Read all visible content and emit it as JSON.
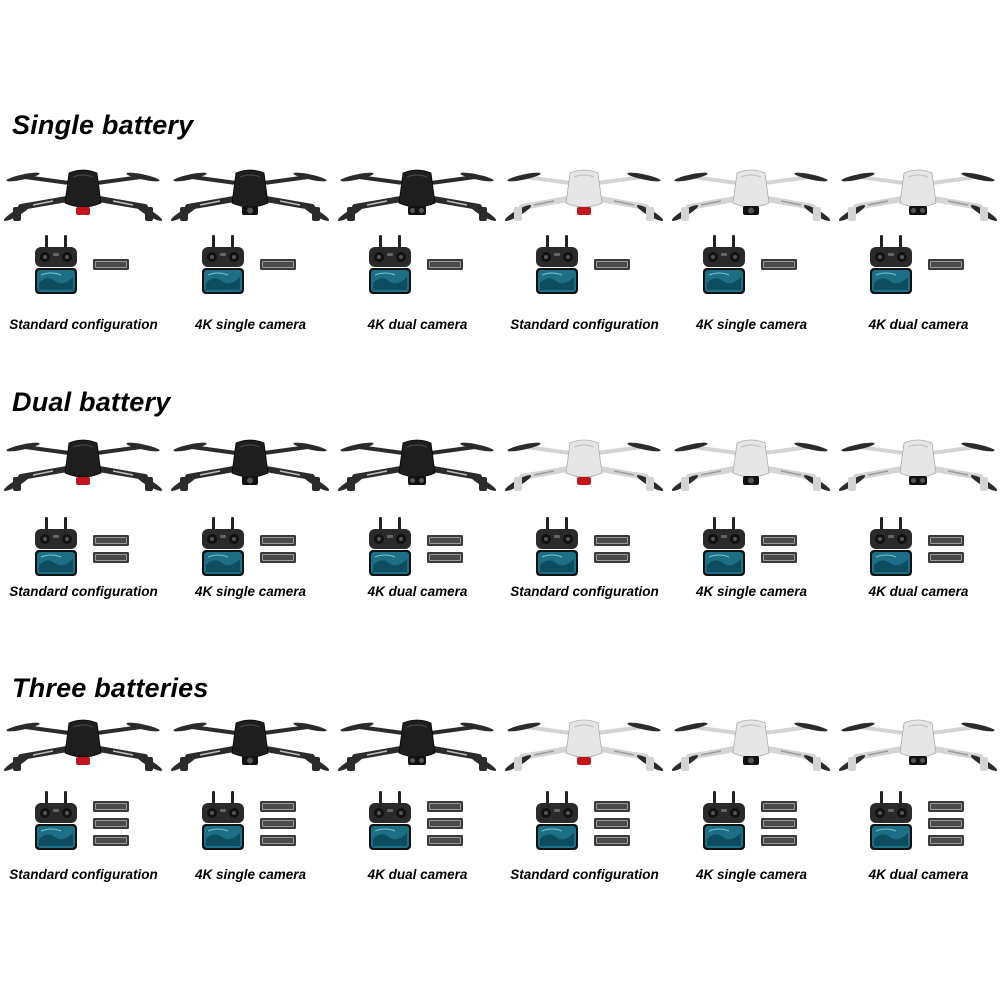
{
  "sections": [
    {
      "title": "Single battery",
      "battery_count": 1,
      "items": [
        {
          "color": "black",
          "camera": "standard",
          "label": "Standard configuration"
        },
        {
          "color": "black",
          "camera": "4k-single",
          "label": "4K single camera"
        },
        {
          "color": "black",
          "camera": "4k-dual",
          "label": "4K dual camera"
        },
        {
          "color": "white",
          "camera": "standard",
          "label": "Standard configuration"
        },
        {
          "color": "white",
          "camera": "4k-single",
          "label": "4K single camera"
        },
        {
          "color": "white",
          "camera": "4k-dual",
          "label": "4K dual camera"
        }
      ]
    },
    {
      "title": "Dual battery",
      "battery_count": 2,
      "items": [
        {
          "color": "black",
          "camera": "standard",
          "label": "Standard configuration"
        },
        {
          "color": "black",
          "camera": "4k-single",
          "label": "4K single camera"
        },
        {
          "color": "black",
          "camera": "4k-dual",
          "label": "4K dual camera"
        },
        {
          "color": "white",
          "camera": "standard",
          "label": "Standard configuration"
        },
        {
          "color": "white",
          "camera": "4k-single",
          "label": "4K single camera"
        },
        {
          "color": "white",
          "camera": "4k-dual",
          "label": "4K dual camera"
        }
      ]
    },
    {
      "title": "Three batteries",
      "battery_count": 3,
      "items": [
        {
          "color": "black",
          "camera": "standard",
          "label": "Standard configuration"
        },
        {
          "color": "black",
          "camera": "4k-single",
          "label": "4K single camera"
        },
        {
          "color": "black",
          "camera": "4k-dual",
          "label": "4K dual camera"
        },
        {
          "color": "white",
          "camera": "standard",
          "label": "Standard configuration"
        },
        {
          "color": "white",
          "camera": "4k-single",
          "label": "4K single camera"
        },
        {
          "color": "white",
          "camera": "4k-dual",
          "label": "4K dual camera"
        }
      ]
    }
  ],
  "icons": {
    "drone": "drone-icon",
    "controller": "remote-controller-icon",
    "battery": "battery-icon"
  },
  "colors": {
    "text": "#000000",
    "background": "#ffffff",
    "drone_black_body": "#1e1e1e",
    "drone_white_body": "#e6e6e6",
    "standard_lens": "#c0161b",
    "controller_body": "#2a2a2a",
    "phone_screen": "#1d6f86",
    "battery": "#3a3a3a"
  }
}
